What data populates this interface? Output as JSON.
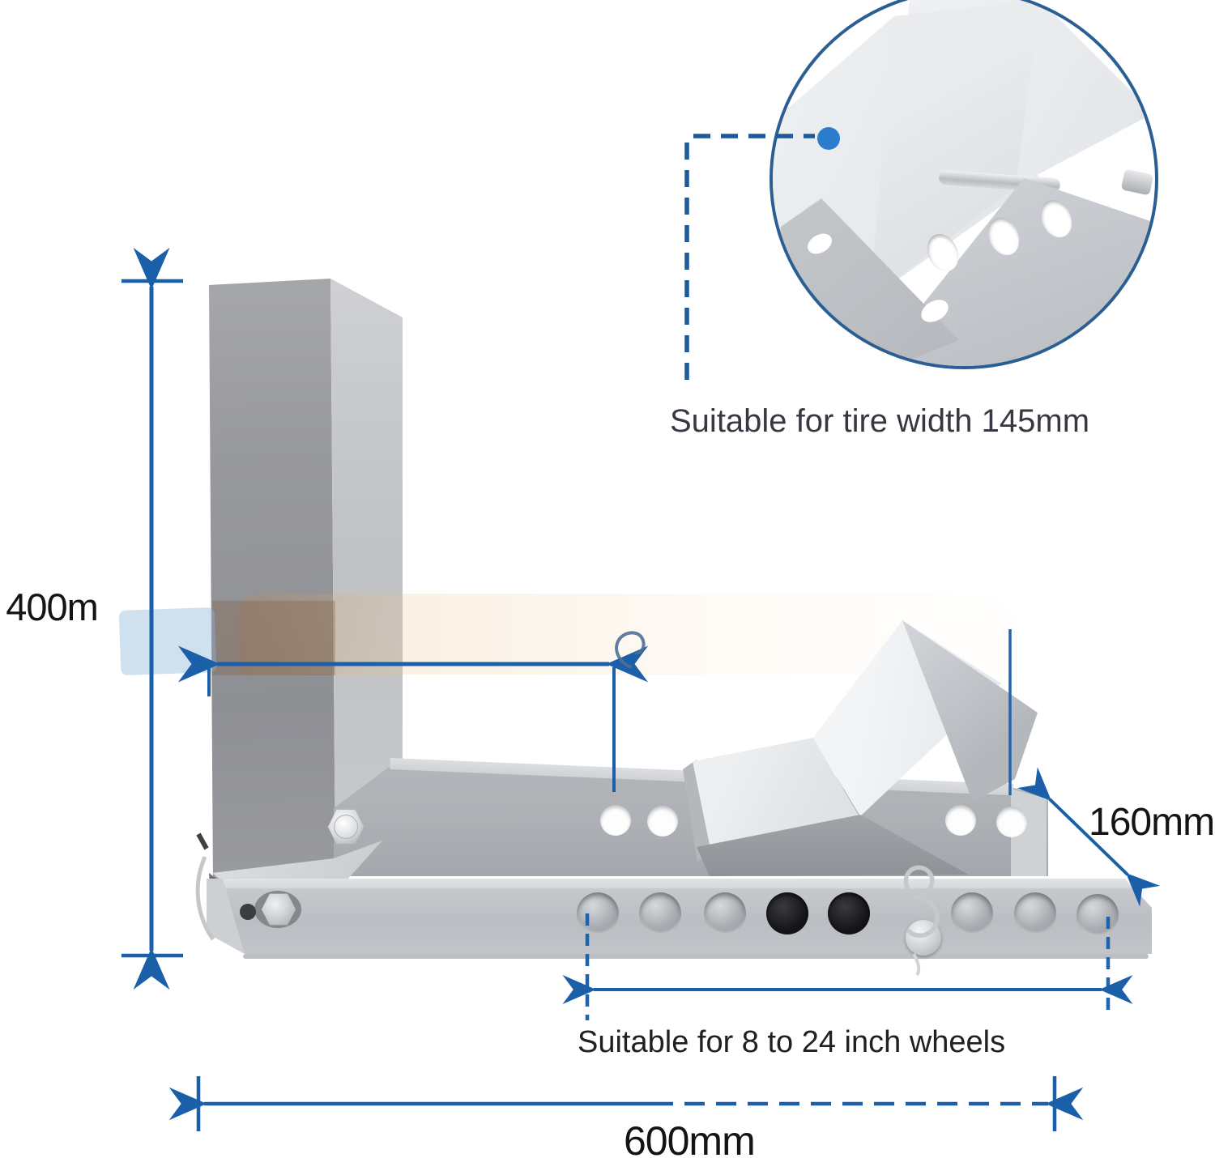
{
  "diagram": {
    "height_label": "400m",
    "tire_width_note": "Suitable for tire width 145mm",
    "depth_label": "160mm",
    "wheel_range_note": "Suitable for 8 to 24 inch wheels",
    "length_label": "600mm"
  },
  "colors": {
    "dimension_blue": "#1b5fa8",
    "leader_dash_blue": "#1e5a99",
    "callout_dot_blue": "#2a7ccd",
    "inset_ring_blue": "#2b5f94",
    "label_text": "#141414",
    "note_text": "#3b3642",
    "metal_light": "#f0f2f4",
    "metal_mid": "#b5b8bc",
    "metal_dark": "#8e9196",
    "background": "#ffffff"
  }
}
